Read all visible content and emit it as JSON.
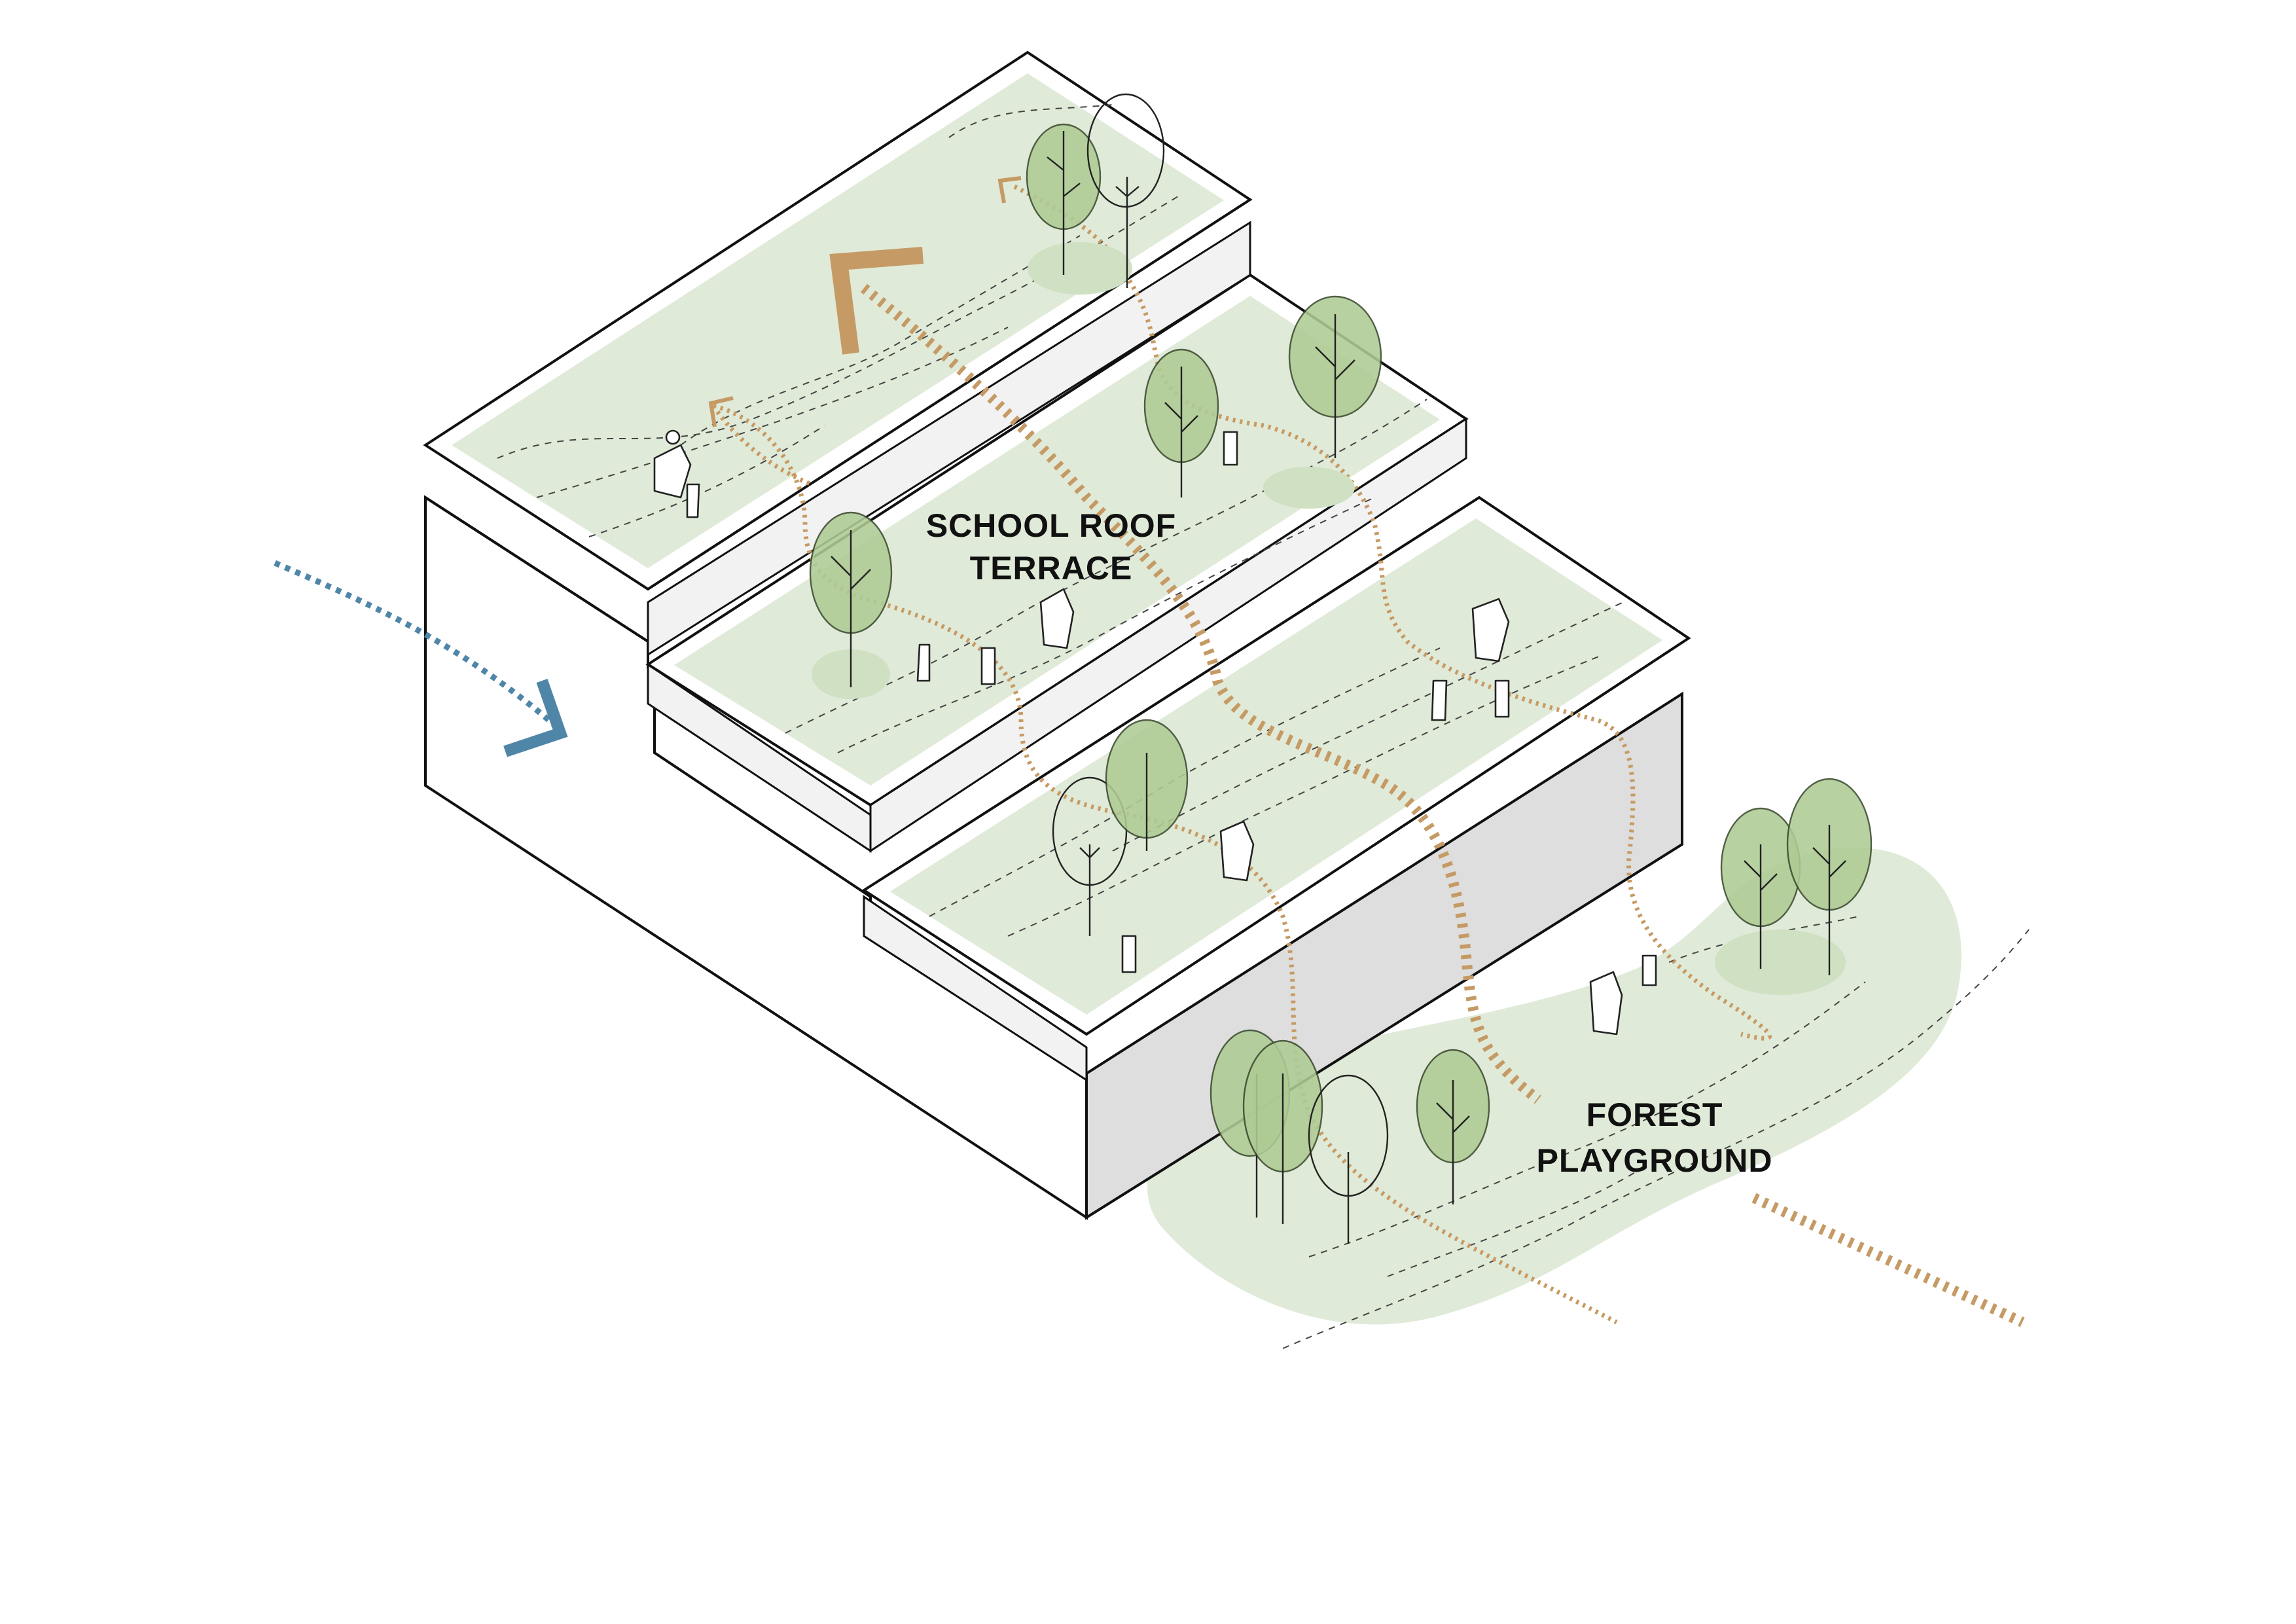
{
  "labels": {
    "roof_terrace_line1": "SCHOOL ROOF",
    "roof_terrace_line2": "TERRACE",
    "forest_line1": "FOREST",
    "forest_line2": "PLAYGROUND"
  },
  "colors": {
    "terrace_green": "#e0ead8",
    "forest_green": "#e0ead8",
    "tree_fill": "#aecb94",
    "path_orange": "#c59a65",
    "wind_blue": "#4f86a8",
    "building_side": "#dcdcdc",
    "outline": "#111111"
  },
  "icons": {
    "trees": "tree-icon",
    "people": "person-icon",
    "wind_arrow": "arrow-chevron-icon",
    "path_arrow": "arrow-chevron-icon"
  }
}
